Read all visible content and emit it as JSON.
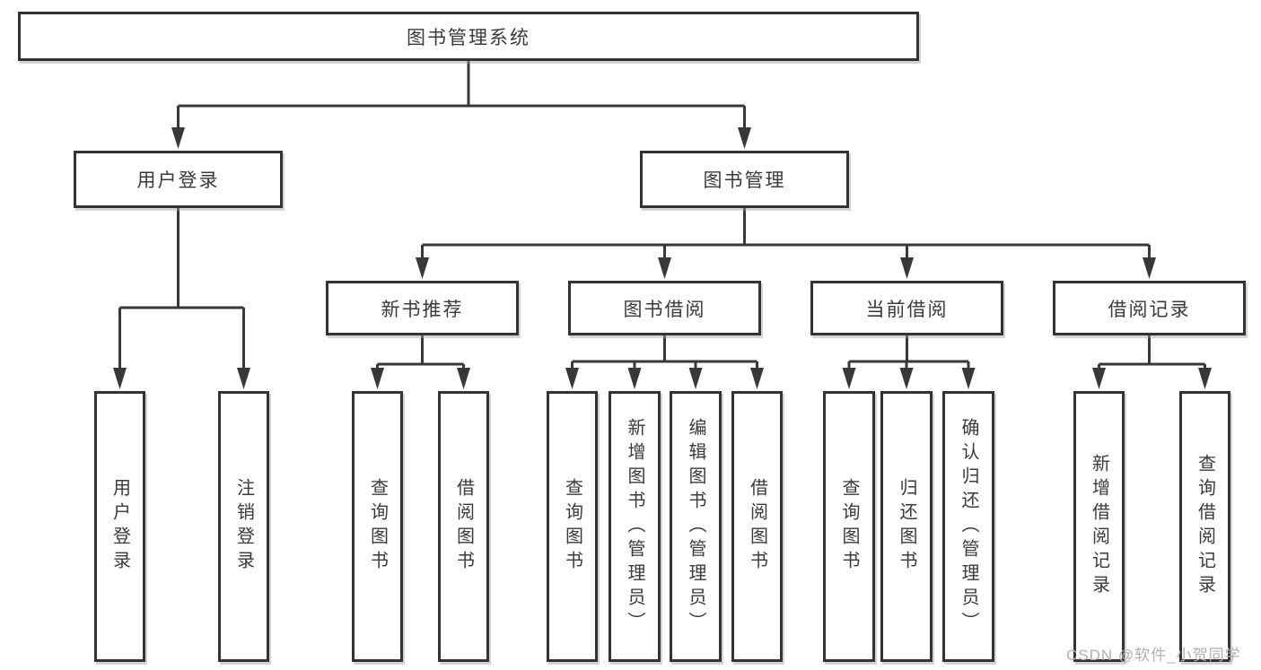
{
  "colors": {
    "line": "#383838",
    "border": "#333333",
    "text": "#3a3a3a",
    "watermark": "#b0b0b0",
    "background": "#ffffff"
  },
  "watermark": {
    "text": "CSDN @软件_小贺同学"
  },
  "diagram": {
    "type": "hierarchy-tree",
    "root": {
      "label": "图书管理系统",
      "children": [
        {
          "label": "用户登录",
          "children": [
            {
              "label": "用户登录"
            },
            {
              "label": "注销登录"
            }
          ]
        },
        {
          "label": "图书管理",
          "children": [
            {
              "label": "新书推荐",
              "children": [
                {
                  "label": "查询图书"
                },
                {
                  "label": "借阅图书"
                }
              ]
            },
            {
              "label": "图书借阅",
              "children": [
                {
                  "label": "查询图书"
                },
                {
                  "label": "新增图书（管理员）"
                },
                {
                  "label": "编辑图书（管理员）"
                },
                {
                  "label": "借阅图书"
                }
              ]
            },
            {
              "label": "当前借阅",
              "children": [
                {
                  "label": "查询图书"
                },
                {
                  "label": "归还图书"
                },
                {
                  "label": "确认归还（管理员）"
                }
              ]
            },
            {
              "label": "借阅记录",
              "children": [
                {
                  "label": "新增借阅记录"
                },
                {
                  "label": "查询借阅记录"
                }
              ]
            }
          ]
        }
      ]
    }
  }
}
